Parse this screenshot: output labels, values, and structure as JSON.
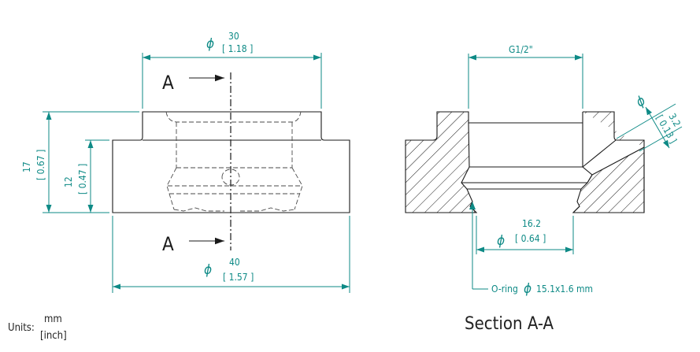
{
  "colors": {
    "dimension": "#0e8a86",
    "outline": "#1a1a1a"
  },
  "front_view": {
    "section_label_top": "A",
    "section_label_bottom": "A",
    "top_diameter": {
      "symbol": "ϕ",
      "mm": "30",
      "inch": "[ 1.18 ]"
    },
    "bottom_diameter": {
      "symbol": "ϕ",
      "mm": "40",
      "inch": "[ 1.57 ]"
    },
    "total_height": {
      "mm": "17",
      "inch": "[ 0.67 ]"
    },
    "body_height": {
      "mm": "12",
      "inch": "[ 0.47 ]"
    }
  },
  "section_view": {
    "thread": "G1/2\"",
    "port": {
      "symbol": "ϕ",
      "mm": "3.2",
      "inch": "[ 0.13 ]"
    },
    "bore": {
      "symbol": "ϕ",
      "mm": "16.2",
      "inch": "[ 0.64 ]"
    },
    "oring": {
      "prefix": "O-ring",
      "symbol": "ϕ",
      "spec": "15.1x1.6 mm"
    },
    "caption": "Section A-A"
  },
  "units": {
    "label": "Units:",
    "top": "mm",
    "bottom": "[inch]"
  }
}
